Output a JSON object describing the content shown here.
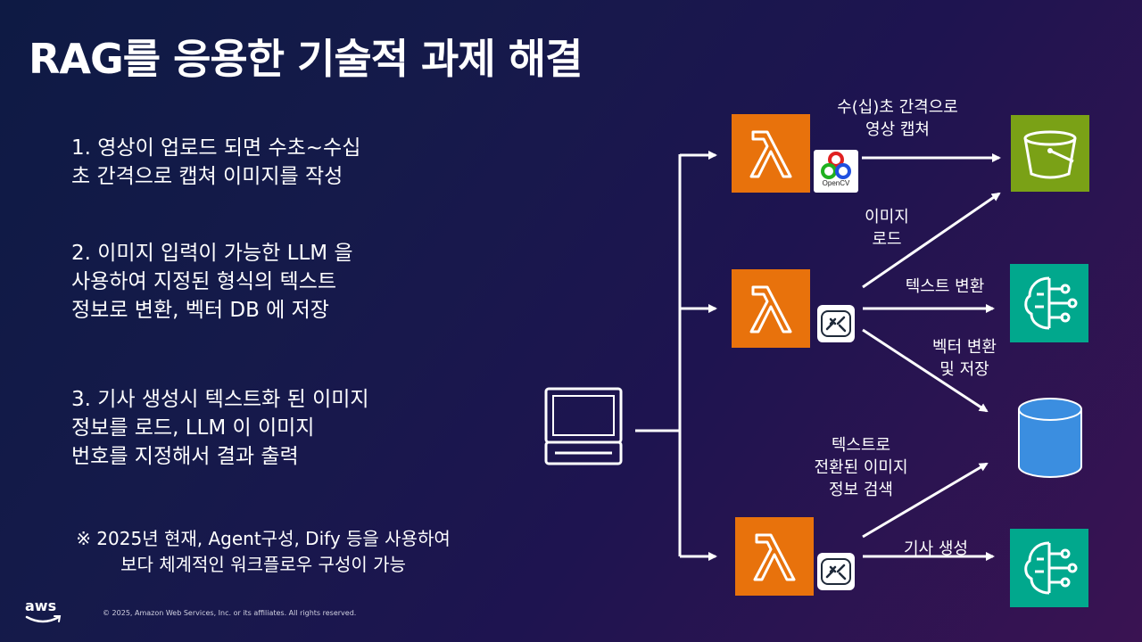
{
  "title": "RAG를 응용한 기술적 과제 해결",
  "steps": [
    "1. 영상이 업로드 되면 수초~수십\n초 간격으로 캡쳐 이미지를 작성",
    "2. 이미지 입력이 가능한 LLM 을\n사용하여 지정된 형식의 텍스트\n정보로 변환, 벡터 DB 에 저장",
    "3. 기사 생성시 텍스트화 된 이미지\n정보를 로드,  LLM 이 이미지\n번호를 지정해서 결과 출력"
  ],
  "note": "※ 2025년 현재, Agent구성, Dify 등을 사용하여\n보다 체계적인 워크플로우 구성이 가능",
  "diagram": {
    "labels": {
      "capture": "수(십)초 간격으로\n영상 캡쳐",
      "image_load": "이미지\n로드",
      "text_convert": "텍스트 변환",
      "vector_store": "벡터 변환\n및 저장",
      "search": "텍스트로\n전환된 이미지\n정보 검색",
      "article": "기사 생성"
    },
    "opencv_label": "OpenCV",
    "colors": {
      "lambda": "#e8720c",
      "s3": "#7aa116",
      "bedrock": "#01a88d",
      "database": "#3b8ee0"
    },
    "icons": [
      "computer-icon",
      "lambda-icon",
      "opencv-icon",
      "plug-icon",
      "s3-bucket-icon",
      "bedrock-brain-icon",
      "database-icon"
    ]
  },
  "footer": {
    "logo": "aws",
    "copyright": "© 2025, Amazon Web Services, Inc. or its affiliates. All rights reserved."
  }
}
